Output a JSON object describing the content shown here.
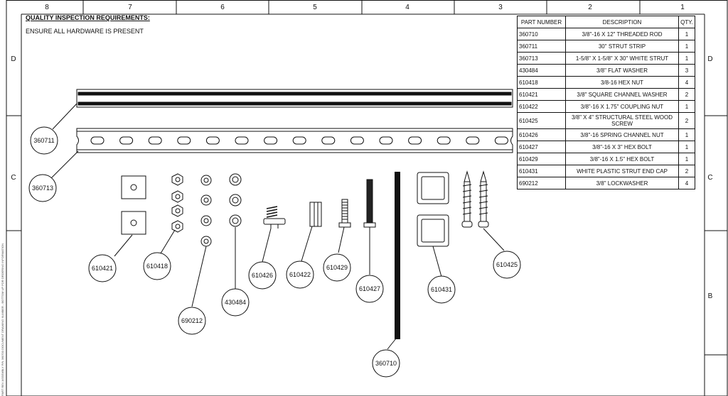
{
  "border": {
    "columns": [
      "8",
      "7",
      "6",
      "5",
      "4",
      "3",
      "2",
      "1"
    ],
    "rows": [
      "D",
      "C",
      "B"
    ]
  },
  "notes": {
    "title": "QUALITY INSPECTION REQUIREMENTS:",
    "line": "ENSURE ALL HARDWARE IS PRESENT"
  },
  "bom": {
    "headers": {
      "part_number": "PART NUMBER",
      "description": "DESCRIPTION",
      "qty": "QTY."
    },
    "rows": [
      {
        "part": "360710",
        "desc": "3/8\"-16 X 12\" THREADED ROD",
        "qty": "1"
      },
      {
        "part": "360711",
        "desc": "30\" STRUT STRIP",
        "qty": "1"
      },
      {
        "part": "360713",
        "desc": "1-5/8\" X 1-5/8\" X 30\" WHITE STRUT",
        "qty": "1"
      },
      {
        "part": "430484",
        "desc": "3/8\" FLAT WASHER",
        "qty": "3"
      },
      {
        "part": "610418",
        "desc": "3/8-16 HEX NUT",
        "qty": "4"
      },
      {
        "part": "610421",
        "desc": "3/8\" SQUARE CHANNEL WASHER",
        "qty": "2"
      },
      {
        "part": "610422",
        "desc": "3/8\"-16 X 1.75\" COUPLING NUT",
        "qty": "1"
      },
      {
        "part": "610425",
        "desc": "3/8\" X 4\" STRUCTURAL STEEL WOOD SCREW",
        "qty": "2"
      },
      {
        "part": "610426",
        "desc": "3/8\"-16 SPRING CHANNEL NUT",
        "qty": "1"
      },
      {
        "part": "610427",
        "desc": "3/8\"-16 X 3\" HEX BOLT",
        "qty": "1"
      },
      {
        "part": "610429",
        "desc": "3/8\"-16 X 1.5\" HEX BOLT",
        "qty": "1"
      },
      {
        "part": "610431",
        "desc": "WHITE PLASTIC STRUT END CAP",
        "qty": "2"
      },
      {
        "part": "690212",
        "desc": "3/8\" LOCKWASHER",
        "qty": "4"
      }
    ]
  },
  "balloons": [
    "360711",
    "360713",
    "610421",
    "610418",
    "690212",
    "430484",
    "610426",
    "610422",
    "610429",
    "610427",
    "360710",
    "610431",
    "610425"
  ],
  "side_text": "PART REV ASSEMBLY P/N 360700 DOCUMENT DRAWING NUMBER - BOTTOM UP FOR ORDERING INFORMATION"
}
